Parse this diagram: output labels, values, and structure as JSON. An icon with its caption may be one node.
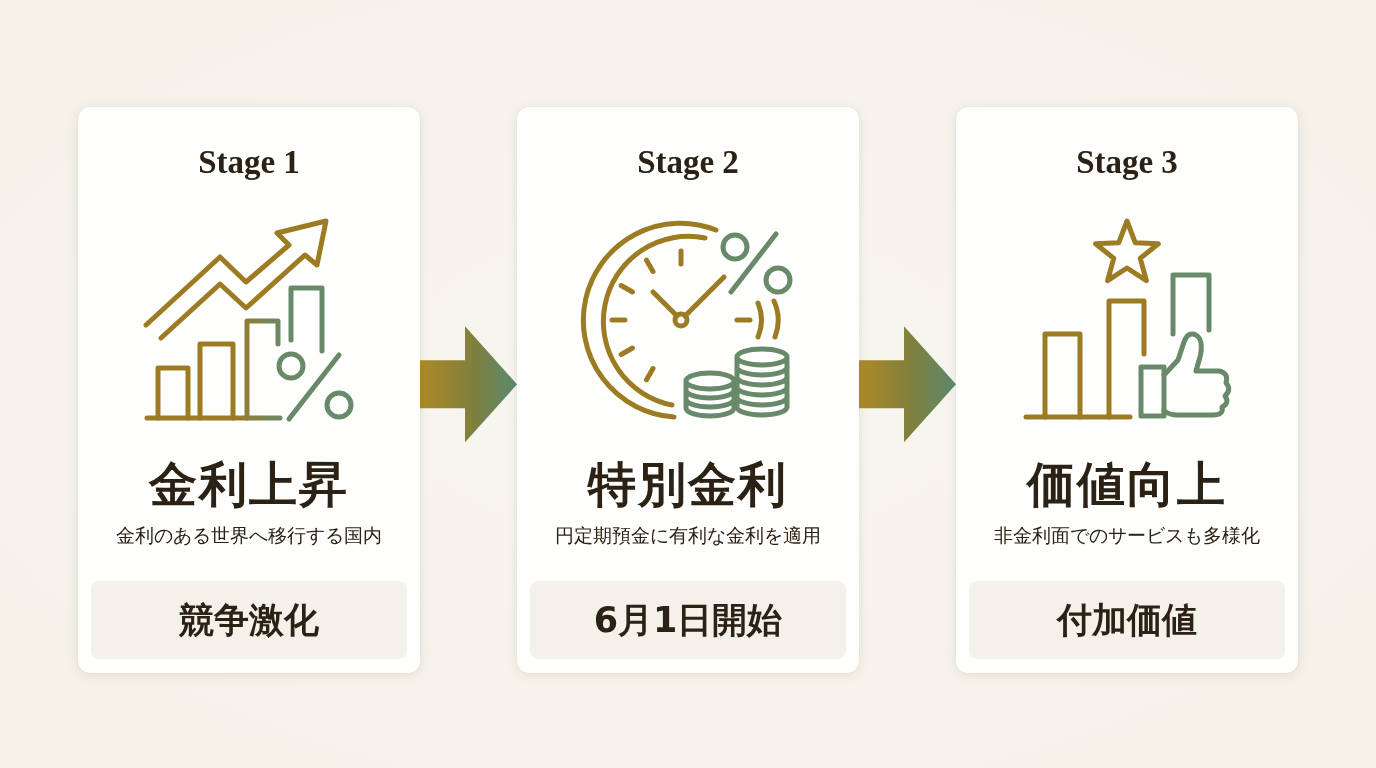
{
  "diagram": {
    "nodes": [
      {
        "text": [
          "Stage 1",
          "金利上昇",
          "金利のある世界へ移行する国内"
        ]
      },
      {
        "text": [
          "競争激化"
        ],
        "in": 0
      },
      {
        "text": [
          "Stage 2",
          "特別金利",
          "円定期預金に有利な金利を適用"
        ]
      },
      {
        "text": [
          "6月1日開始"
        ],
        "in": 2
      },
      {
        "text": [
          "Stage 3",
          "価値向上",
          "非金利面でのサービスも多様化"
        ]
      },
      {
        "text": [
          "付加価値"
        ],
        "in": 4
      }
    ],
    "edges": [
      {
        "from": 0,
        "to": 2,
        "arrow": "to"
      },
      {
        "from": 2,
        "to": 4,
        "arrow": "to"
      }
    ]
  }
}
